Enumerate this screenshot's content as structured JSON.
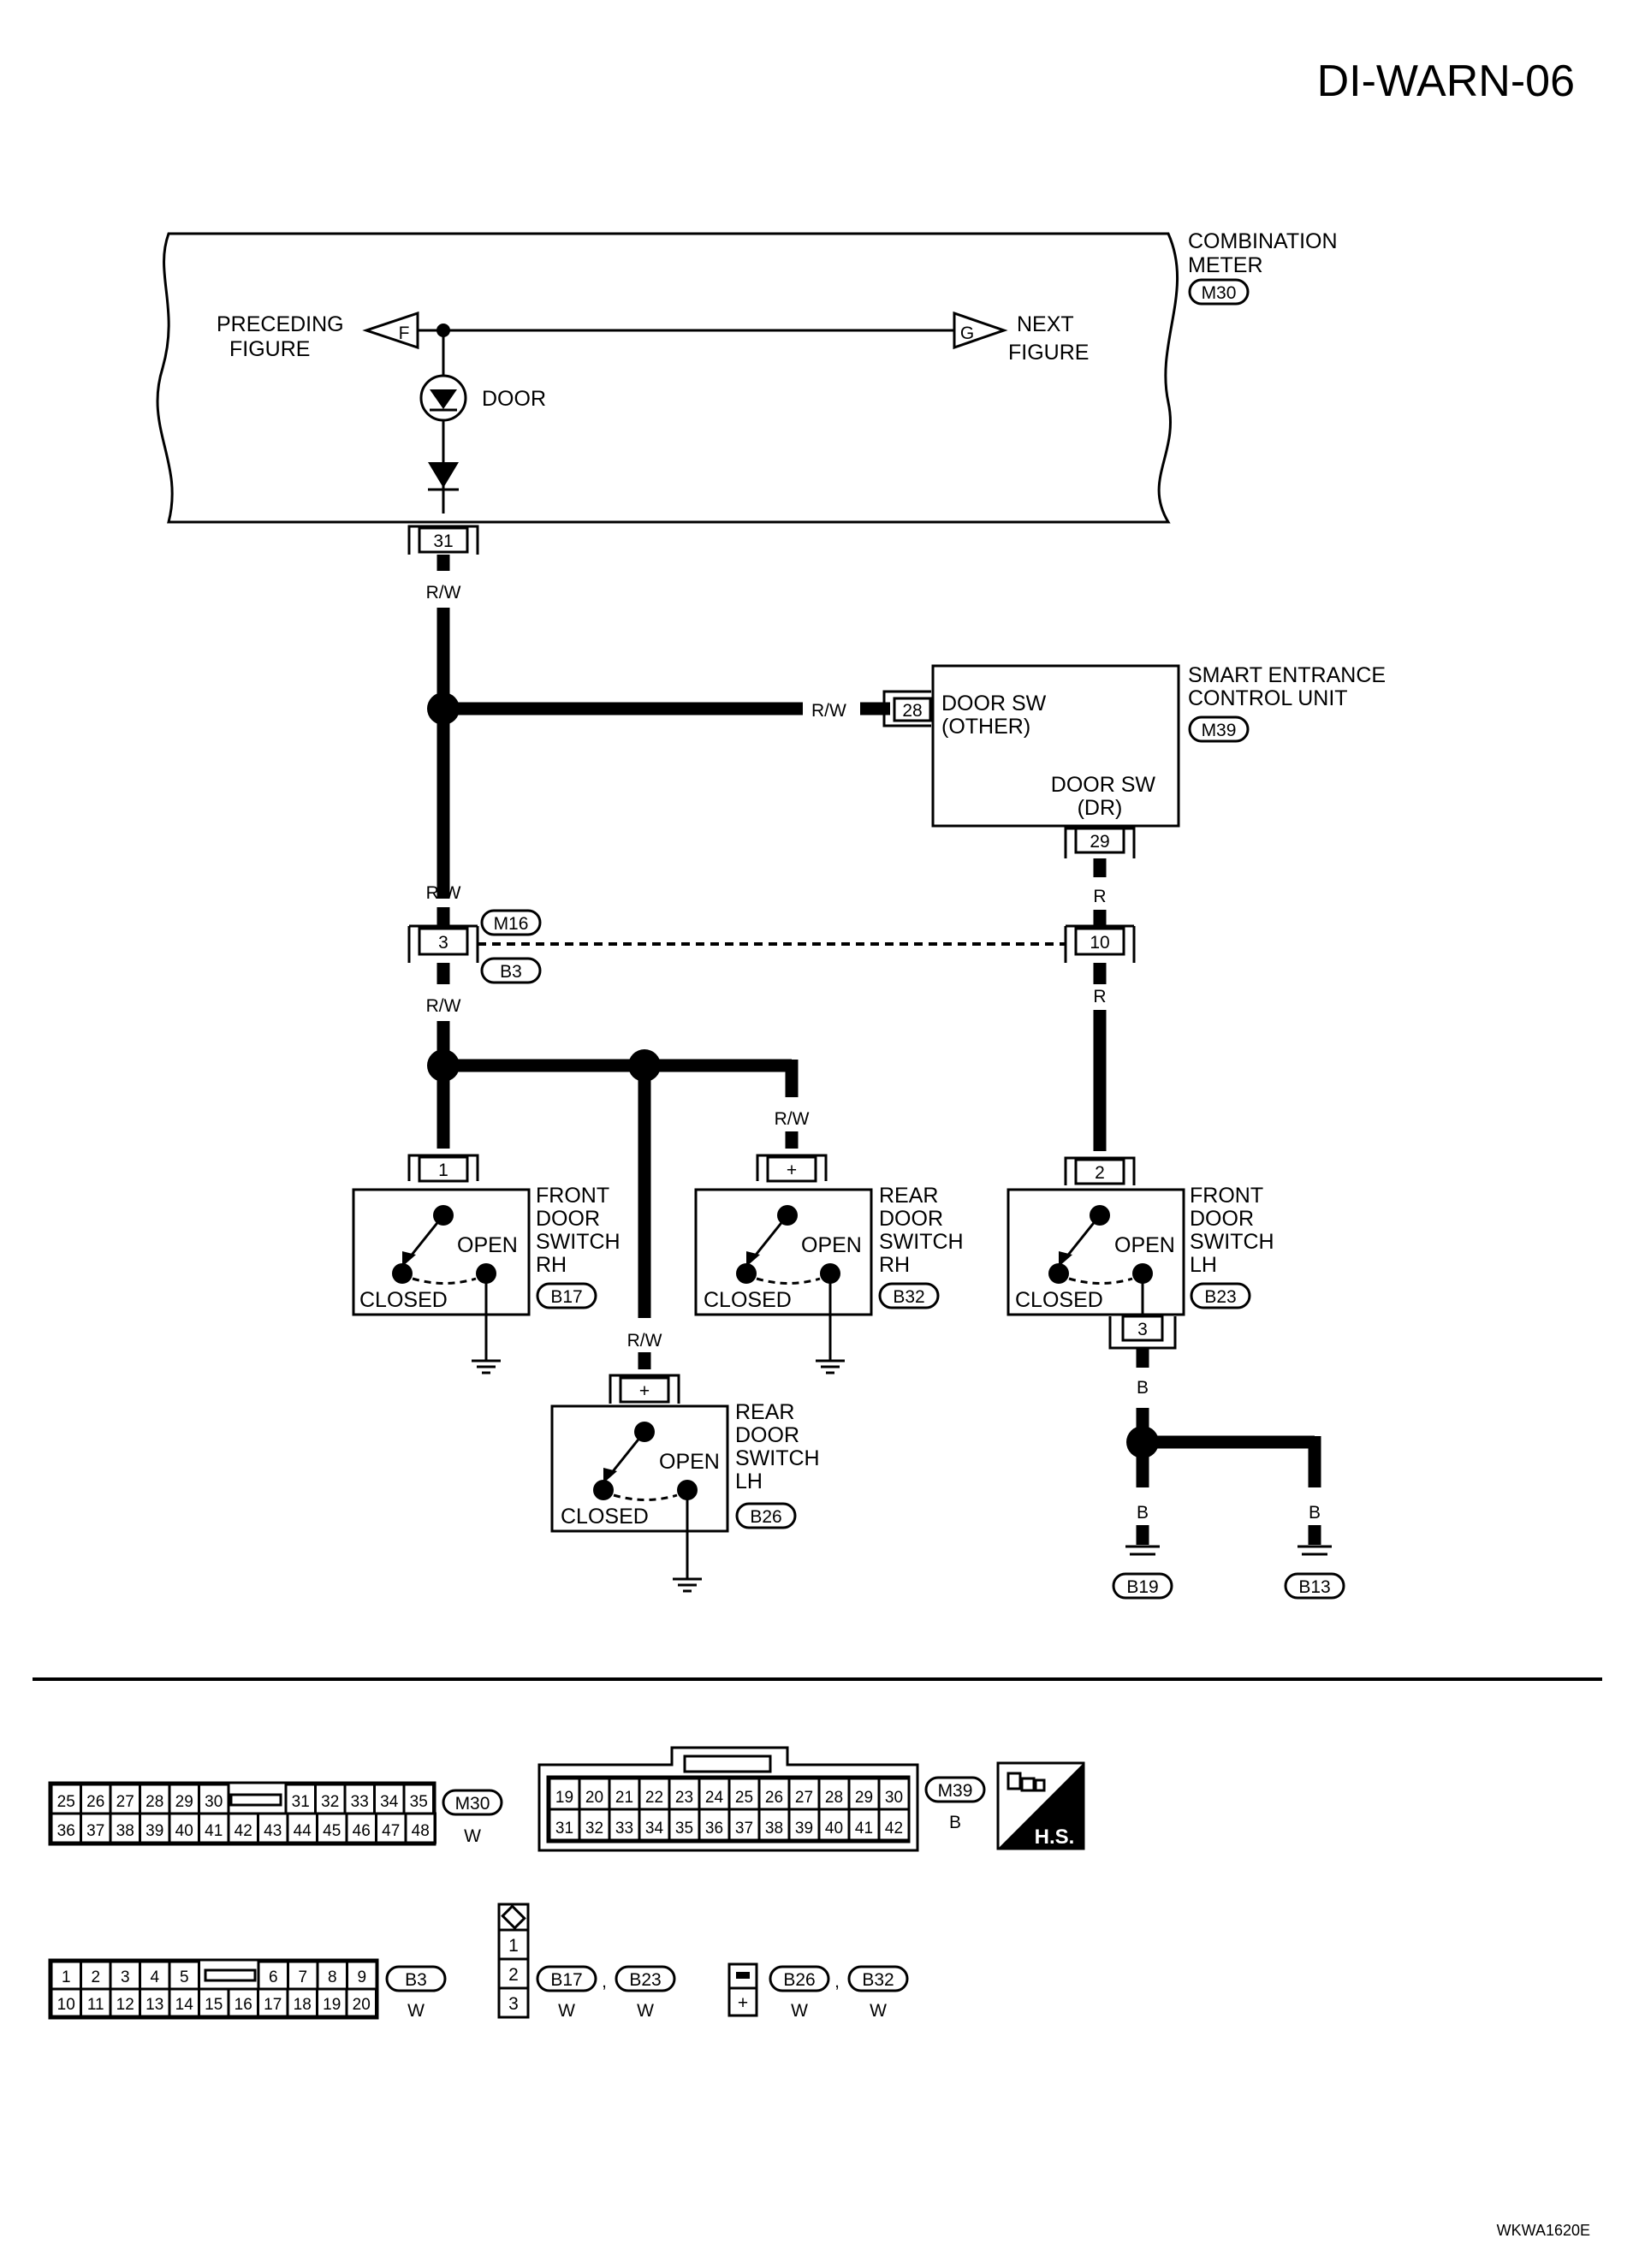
{
  "title": "DI-WARN-06",
  "figure_id": "WKWA1620E",
  "combination_meter": {
    "name_line1": "COMBINATION",
    "name_line2": "METER",
    "connector": "M30",
    "pin": "31"
  },
  "preceding": {
    "label_line1": "PRECEDING",
    "label_line2": "FIGURE",
    "marker": "F"
  },
  "next": {
    "label_line1": "NEXT",
    "label_line2": "FIGURE",
    "marker": "G"
  },
  "door_label": "DOOR",
  "smart": {
    "name_line1": "SMART ENTRANCE",
    "name_line2": "CONTROL UNIT",
    "connector": "M39",
    "pin_other": "28",
    "label_other_1": "DOOR SW",
    "label_other_2": "(OTHER)",
    "pin_dr": "29",
    "label_dr_1": "DOOR SW",
    "label_dr_2": "(DR)"
  },
  "wires": {
    "rw": "R/W",
    "r": "R",
    "b": "B"
  },
  "joint": {
    "pin_left": "3",
    "pin_right": "10",
    "conn_top": "M16",
    "conn_bottom": "B3"
  },
  "switches": {
    "front_rh": {
      "l1": "FRONT",
      "l2": "DOOR",
      "l3": "SWITCH",
      "l4": "RH",
      "pin": "1",
      "connector": "B17"
    },
    "rear_rh": {
      "l1": "REAR",
      "l2": "DOOR",
      "l3": "SWITCH",
      "l4": "RH",
      "pin": "+",
      "connector": "B32"
    },
    "rear_lh": {
      "l1": "REAR",
      "l2": "DOOR",
      "l3": "SWITCH",
      "l4": "LH",
      "pin": "+",
      "connector": "B26"
    },
    "front_lh": {
      "l1": "FRONT",
      "l2": "DOOR",
      "l3": "SWITCH",
      "l4": "LH",
      "pin": "2",
      "pin_out": "3",
      "connector": "B23"
    }
  },
  "switch_states": {
    "open": "OPEN",
    "closed": "CLOSED"
  },
  "grounds": {
    "g1": "B19",
    "g2": "B13"
  },
  "connector_views": {
    "m30": {
      "id": "M30",
      "color": "W",
      "row1_left": [
        "25",
        "26",
        "27",
        "28",
        "29",
        "30"
      ],
      "row1_right": [
        "31",
        "32",
        "33",
        "34",
        "35"
      ],
      "row2": [
        "36",
        "37",
        "38",
        "39",
        "40",
        "41",
        "42",
        "43",
        "44",
        "45",
        "46",
        "47",
        "48"
      ]
    },
    "m39": {
      "id": "M39",
      "color": "B",
      "row1": [
        "19",
        "20",
        "21",
        "22",
        "23",
        "24",
        "25",
        "26",
        "27",
        "28",
        "29",
        "30"
      ],
      "row2": [
        "31",
        "32",
        "33",
        "34",
        "35",
        "36",
        "37",
        "38",
        "39",
        "40",
        "41",
        "42"
      ]
    },
    "b3": {
      "id": "B3",
      "color": "W",
      "row1_left": [
        "1",
        "2",
        "3",
        "4",
        "5"
      ],
      "row1_right": [
        "6",
        "7",
        "8",
        "9"
      ],
      "row2": [
        "10",
        "11",
        "12",
        "13",
        "14",
        "15",
        "16",
        "17",
        "18",
        "19",
        "20"
      ]
    },
    "three_pin": {
      "pins": [
        "1",
        "2",
        "3"
      ],
      "ids": [
        "B17",
        "B23"
      ],
      "colors": [
        "W",
        "W"
      ],
      "separator": ","
    },
    "one_pin": {
      "pin": "+",
      "ids": [
        "B26",
        "B32"
      ],
      "colors": [
        "W",
        "W"
      ],
      "separator": ","
    },
    "hs_label": "H.S."
  }
}
